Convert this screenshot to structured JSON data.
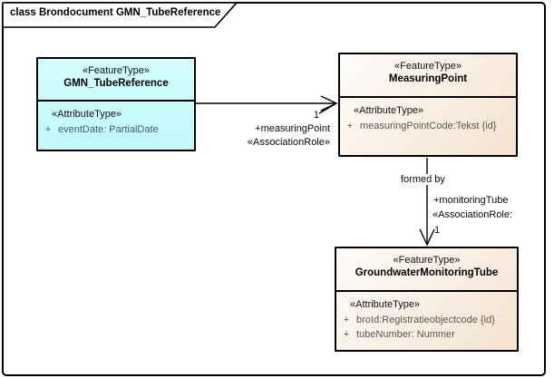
{
  "frame": {
    "title": "class Brondocument GMN_TubeReference"
  },
  "colors": {
    "class_fill_cyan": "#c8fcfe",
    "class_fill_tan_top": "#fefcfa",
    "class_fill_tan_bottom": "#f5e2cf",
    "border": "#000000",
    "attribute_text_cyan_box": "#44615f",
    "attribute_text_tan_box": "#5d564b"
  },
  "classes": [
    {
      "stereotype": "«FeatureType»",
      "name": "GMN_TubeReference",
      "compartment_label": "«AttributeType»",
      "attributes": [
        {
          "visibility": "+",
          "text": "eventDate: PartialDate"
        }
      ]
    },
    {
      "stereotype": "«FeatureType»",
      "name": "MeasuringPoint",
      "compartment_label": "«AttributeType»",
      "attributes": [
        {
          "visibility": "+",
          "text": "measuringPointCode:Tekst {id}"
        }
      ]
    },
    {
      "stereotype": "«FeatureType»",
      "name": "GroundwaterMonitoringTube",
      "compartment_label": "«AttributeType»",
      "attributes": [
        {
          "visibility": "+",
          "text": "broId:Registratieobjectcode {id}"
        },
        {
          "visibility": "+",
          "text": "tubeNumber: Nummer"
        }
      ]
    }
  ],
  "connectors": [
    {
      "multiplicity": "1",
      "role": "+measuringPoint",
      "stereotype": "«AssociationRole»"
    },
    {
      "name": "formed by",
      "role": "+monitoringTube",
      "stereotype": "«AssociationRole:",
      "multiplicity": "1"
    }
  ]
}
